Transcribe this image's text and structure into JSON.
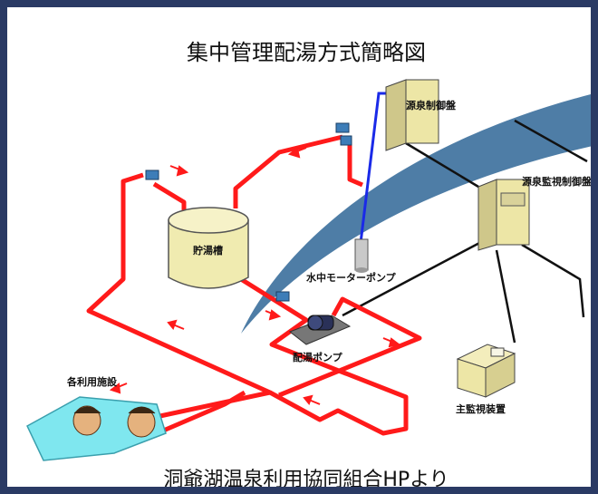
{
  "title": "集中管理配湯方式簡略図",
  "credit": "洞爺湖温泉利用協同組合HPより",
  "labels": {
    "source_control_panel": "源泉制御盤",
    "source_monitor_panel": "源泉監視制御盤",
    "storage_tank": "貯湯槽",
    "submersible_pump": "水中モーターポンプ",
    "distribution_pump": "配湯ポンプ",
    "facilities": "各利用施設",
    "main_monitor": "主監視装置"
  },
  "colors": {
    "frame": "#2a3a64",
    "pipe": "#ff1a1a",
    "tank": "#f0ebb0",
    "panel": "#ede6a6",
    "cable_blue": "#1a2ae8",
    "swoosh": "#4e7da6",
    "water": "#7fe7ef"
  }
}
